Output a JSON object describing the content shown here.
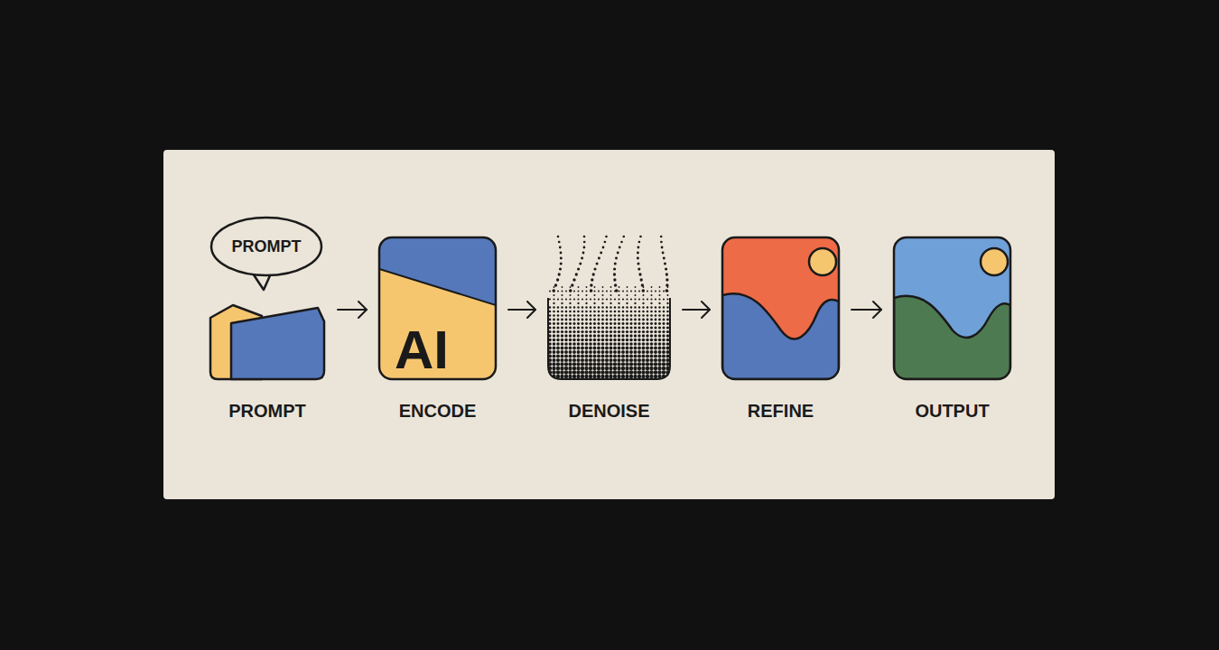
{
  "diagram": {
    "nodes": [
      {
        "text": [
          "PROMPT"
        ]
      },
      {
        "text": [
          "PROMPT"
        ]
      },
      {
        "text": [
          "AI",
          "ENCODE"
        ]
      },
      {
        "text": [
          "DENOISE"
        ]
      },
      {
        "text": [
          "REFINE"
        ]
      },
      {
        "text": [
          "OUTPUT"
        ]
      }
    ],
    "edges": [
      {
        "from": 1,
        "to": 2,
        "arrow": "to"
      },
      {
        "from": 2,
        "to": 3,
        "arrow": "to"
      },
      {
        "from": 3,
        "to": 4,
        "arrow": "to"
      },
      {
        "from": 4,
        "to": 5,
        "arrow": "to"
      }
    ]
  }
}
